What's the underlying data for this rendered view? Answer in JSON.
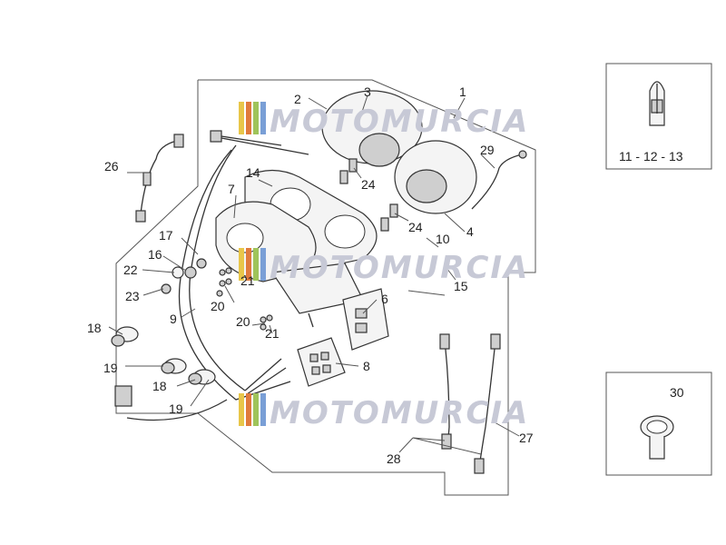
{
  "callouts": [
    "1",
    "2",
    "3",
    "4",
    "6",
    "7",
    "8",
    "9",
    "10",
    "11 - 12 - 13",
    "14",
    "15",
    "16",
    "17",
    "18",
    "18",
    "19",
    "19",
    "20",
    "20",
    "21",
    "21",
    "22",
    "23",
    "24",
    "24",
    "26",
    "27",
    "28",
    "29",
    "30"
  ],
  "watermark": "MOTOMURCIA",
  "colors": {
    "wm_bar_1": "#e8c64a",
    "wm_bar_2": "#e07a3c",
    "wm_bar_3": "#9fc45a",
    "wm_bar_4": "#7a9fd6"
  }
}
